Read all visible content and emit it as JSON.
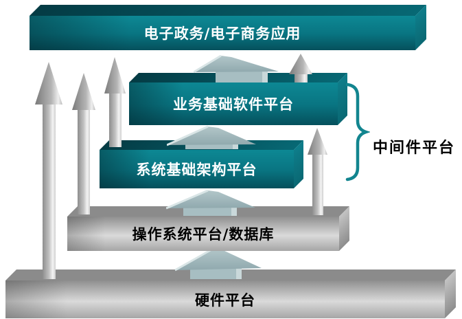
{
  "layers": [
    {
      "id": "application",
      "label": "电子政务/电子商务应用",
      "style": "teal"
    },
    {
      "id": "business-software-platform",
      "label": "业务基础软件平台",
      "style": "teal"
    },
    {
      "id": "system-infrastructure-platform",
      "label": "系统基础架构平台",
      "style": "teal"
    },
    {
      "id": "os-database-platform",
      "label": "操作系统平台/数据库",
      "style": "gray"
    },
    {
      "id": "hardware-platform",
      "label": "硬件平台",
      "style": "gray"
    }
  ],
  "annotation": {
    "label": "中间件平台",
    "brace_color": "#12858F"
  },
  "colors": {
    "teal_front": "#0B8390",
    "teal_dark": "#05444E",
    "gray_front": "#D6D6D6",
    "gray_dark": "#8B8B8B",
    "arrow_gray": "#B9B9B9",
    "arrow_teal": "#9FB8BC",
    "background": "#FFFFFF"
  }
}
